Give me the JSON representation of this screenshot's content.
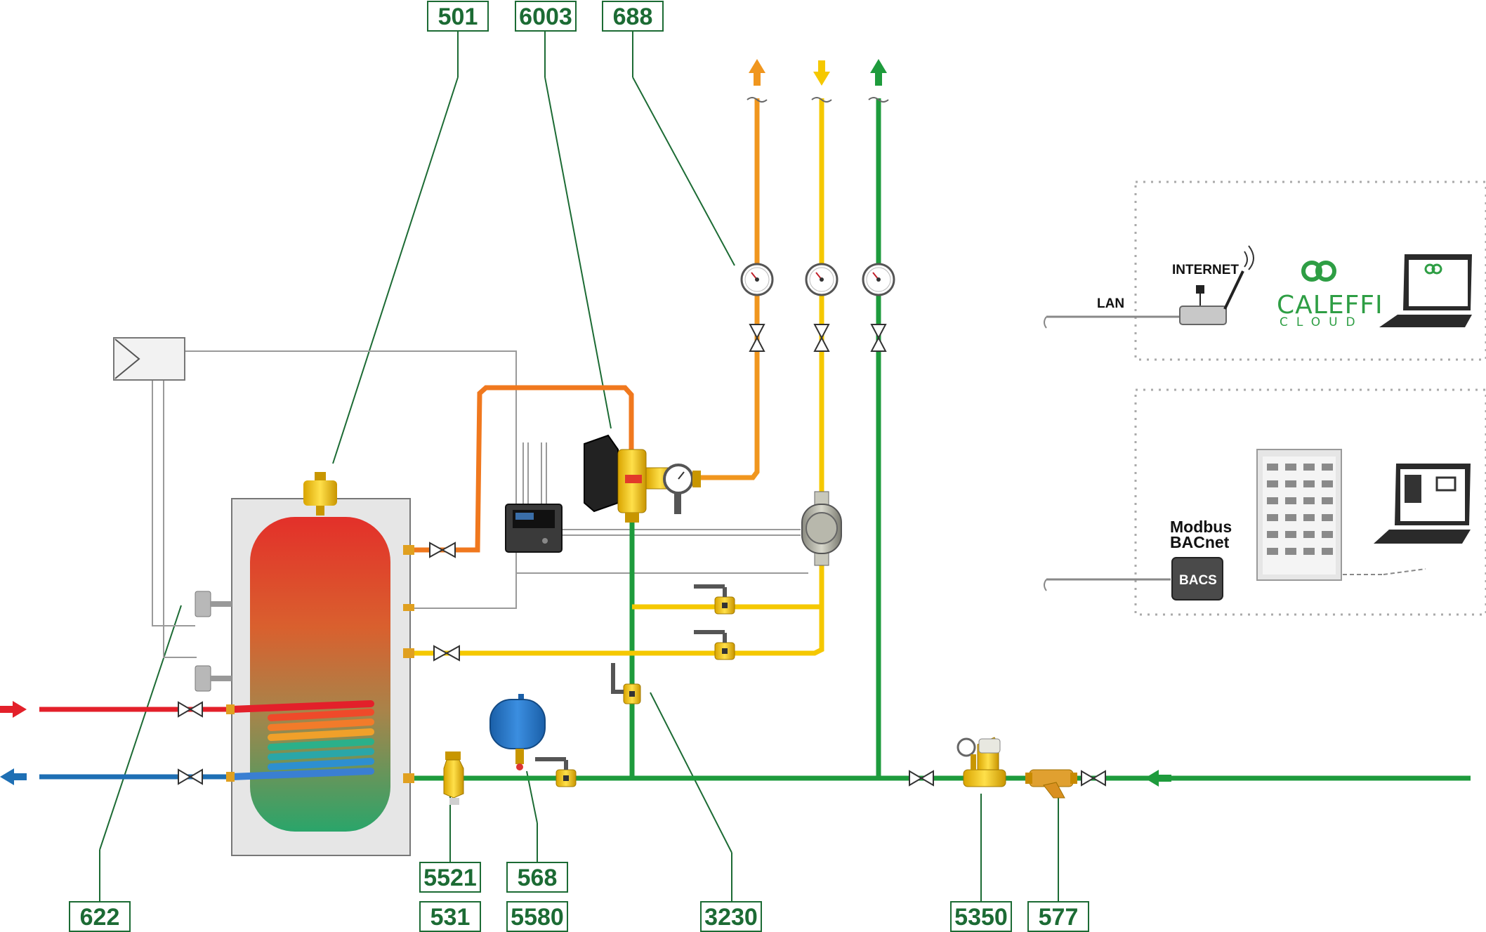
{
  "colors": {
    "hot": "#f0961e",
    "recirculation": "#f5c800",
    "cold": "#1e9b3c",
    "primary_flow": "#e3202a",
    "primary_return": "#1e6fb4",
    "control_wire": "#9a9a9a",
    "label_border": "#1c6b34"
  },
  "labels": {
    "l501": "501",
    "l6003": "6003",
    "l688": "688",
    "l622": "622",
    "l5521": "5521",
    "l531": "531",
    "l568": "568",
    "l5580": "5580",
    "l3230": "3230",
    "l5350": "5350",
    "l577": "577"
  },
  "network": {
    "lan": "LAN",
    "internet": "INTERNET",
    "cloud_brand": "CALEFFI",
    "cloud_sub": "CLOUD",
    "modbus": "Modbus",
    "bacnet": "BACnet",
    "bacs": "BACS"
  },
  "icons": {
    "arrow_hot_out": "arrow-up-icon",
    "arrow_recirc_in": "arrow-down-icon",
    "arrow_cold_out": "arrow-up-icon",
    "arrow_cold_supply_in": "arrow-left-icon",
    "arrow_primary_in": "arrow-right-icon",
    "arrow_primary_out": "arrow-left-icon",
    "cloud_logo": "caleffi-cloud-icon",
    "laptop": "laptop-icon",
    "building": "building-icon",
    "router": "router-icon"
  }
}
